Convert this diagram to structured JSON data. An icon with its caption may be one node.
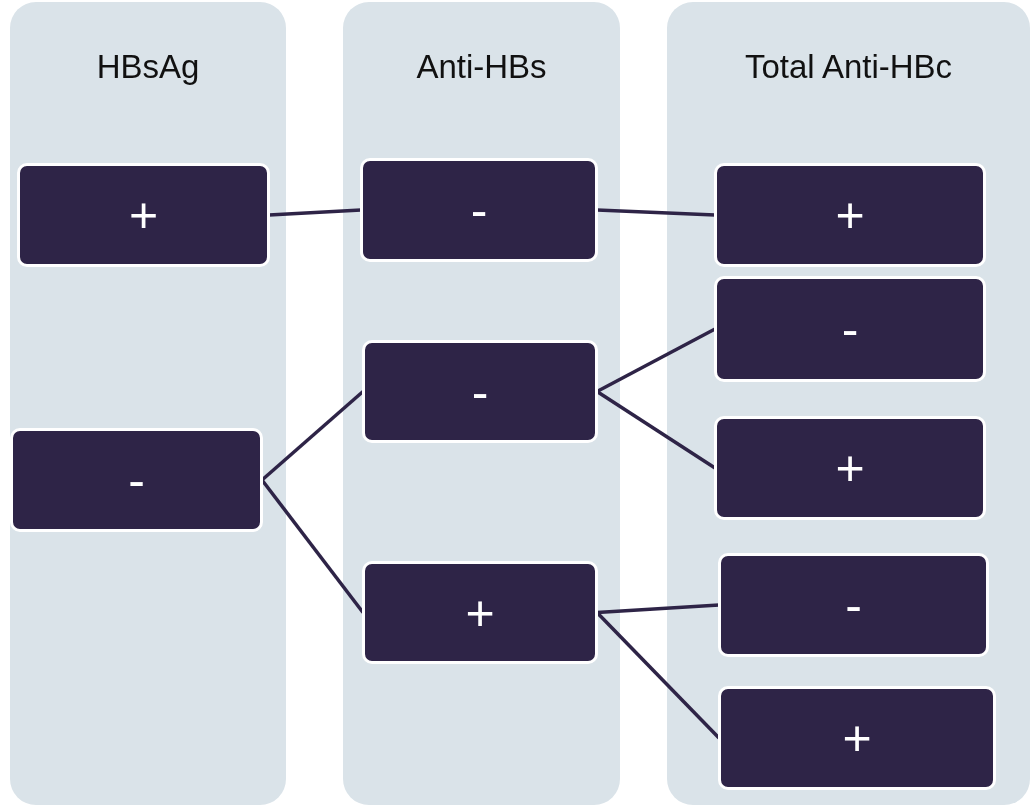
{
  "diagram": {
    "nodes": [
      {
        "text": [
          "HBsAg"
        ]
      },
      {
        "text": [
          "+"
        ],
        "in": 0
      },
      {
        "text": [
          "-"
        ],
        "in": 0
      },
      {
        "text": [
          "Anti-HBs"
        ]
      },
      {
        "text": [
          "-"
        ],
        "in": 3
      },
      {
        "text": [
          "-"
        ],
        "in": 3
      },
      {
        "text": [
          "+"
        ],
        "in": 3
      },
      {
        "text": [
          "Total Anti-HBc"
        ]
      },
      {
        "text": [
          "+"
        ],
        "in": 7
      },
      {
        "text": [
          "-"
        ],
        "in": 7
      },
      {
        "text": [
          "+"
        ],
        "in": 7
      },
      {
        "text": [
          "-"
        ],
        "in": 7
      },
      {
        "text": [
          "+"
        ],
        "in": 7
      }
    ],
    "edges": [
      {
        "from": 1,
        "to": 4,
        "arrow": "none"
      },
      {
        "from": 4,
        "to": 8,
        "arrow": "none"
      },
      {
        "from": 2,
        "to": 5,
        "arrow": "none"
      },
      {
        "from": 2,
        "to": 6,
        "arrow": "none"
      },
      {
        "from": 5,
        "to": 9,
        "arrow": "none"
      },
      {
        "from": 5,
        "to": 10,
        "arrow": "none"
      },
      {
        "from": 6,
        "to": 11,
        "arrow": "none"
      },
      {
        "from": 6,
        "to": 12,
        "arrow": "none"
      }
    ]
  }
}
